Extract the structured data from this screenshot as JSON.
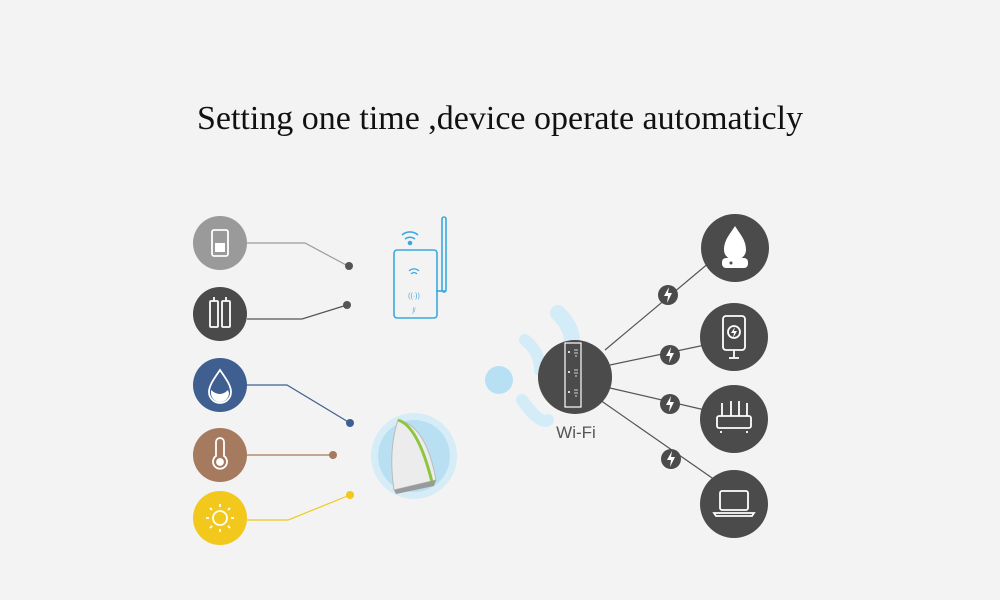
{
  "title": "Setting one time ,device operate automaticly",
  "hub_label": "Wi-Fi",
  "colors": {
    "background": "#f3f3f3",
    "sensor_door": "#9a9a9a",
    "sensor_battery": "#4a4a4a",
    "sensor_humidity": "#3f5f91",
    "sensor_temperature": "#a67a5e",
    "sensor_light": "#f2c81c",
    "device_dark": "#4b4b4b",
    "accent_blue": "#39a9e0",
    "accent_green": "#8cc63f"
  },
  "sensors": [
    {
      "id": "door",
      "icon": "door-sensor-icon"
    },
    {
      "id": "battery",
      "icon": "battery-icon"
    },
    {
      "id": "humidity",
      "icon": "water-drop-icon"
    },
    {
      "id": "temperature",
      "icon": "thermometer-icon"
    },
    {
      "id": "light",
      "icon": "sun-icon"
    }
  ],
  "devices": [
    {
      "id": "humidifier",
      "icon": "humidifier-icon"
    },
    {
      "id": "charger",
      "icon": "charging-phone-icon"
    },
    {
      "id": "router",
      "icon": "router-icon"
    },
    {
      "id": "laptop",
      "icon": "laptop-icon"
    }
  ]
}
